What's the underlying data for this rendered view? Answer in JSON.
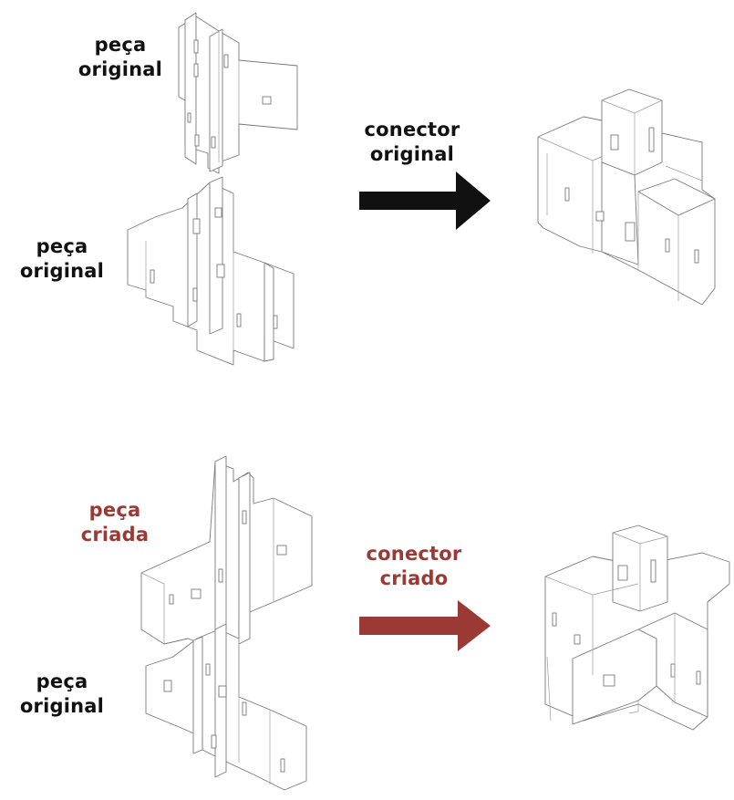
{
  "top": {
    "label_upper": [
      "peça",
      "original"
    ],
    "label_lower": [
      "peça",
      "original"
    ],
    "arrow_label": [
      "conector",
      "original"
    ],
    "arrow_color": "#111111"
  },
  "bottom": {
    "label_upper": [
      "peça",
      "criada"
    ],
    "label_lower": [
      "peça",
      "original"
    ],
    "arrow_label": [
      "conector",
      "criado"
    ],
    "arrow_color": "#9b3a35"
  }
}
